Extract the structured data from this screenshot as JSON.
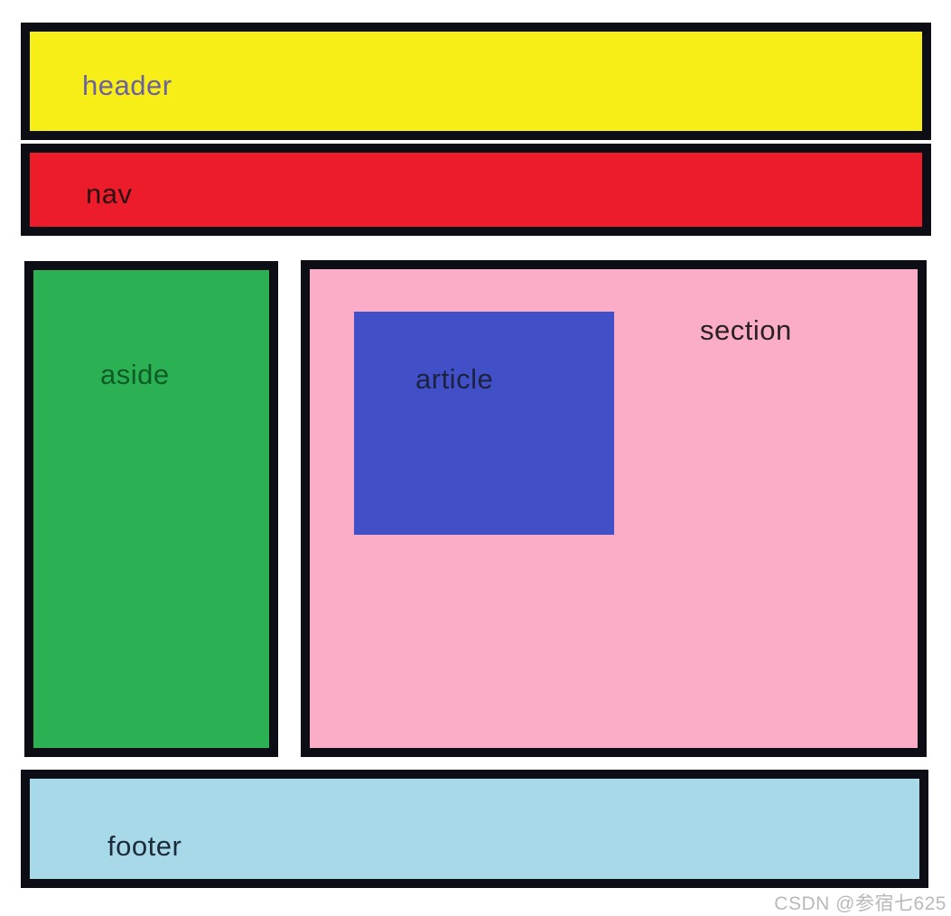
{
  "page": {
    "background": "#ffffff",
    "border_color": "#0d0d15"
  },
  "boxes": {
    "header": {
      "label": "header",
      "fill": "#f7ee17",
      "text_color": "#6b60a2"
    },
    "nav": {
      "label": "nav",
      "fill": "#ec1c2b",
      "text_color": "#2b1113"
    },
    "aside": {
      "label": "aside",
      "fill": "#2bb053",
      "text_color": "#0d5c26"
    },
    "section": {
      "label": "section",
      "fill": "#fbadc7",
      "text_color": "#28211f"
    },
    "article": {
      "label": "article",
      "fill": "#4150c6",
      "text_color": "#1c2240"
    },
    "footer": {
      "label": "footer",
      "fill": "#a8d9e8",
      "text_color": "#1c2b39"
    }
  },
  "watermark": {
    "text": "CSDN @参宿七625",
    "color": "#b9b9b9"
  }
}
